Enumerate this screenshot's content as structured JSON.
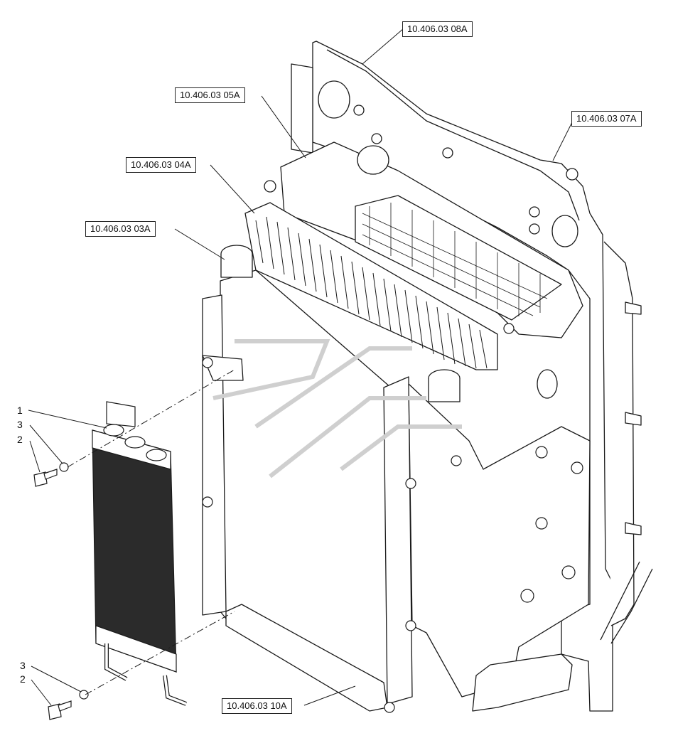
{
  "references": [
    {
      "id": "ref_08a",
      "text": "10.406.03 08A"
    },
    {
      "id": "ref_05a",
      "text": "10.406.03 05A"
    },
    {
      "id": "ref_07a",
      "text": "10.406.03 07A"
    },
    {
      "id": "ref_04a",
      "text": "10.406.03 04A"
    },
    {
      "id": "ref_03a",
      "text": "10.406.03 03A"
    },
    {
      "id": "ref_10a",
      "text": "10.406.03 10A"
    }
  ],
  "items": {
    "item_1": "1",
    "item_3_top": "3",
    "item_2_top": "2",
    "item_3_bottom": "3",
    "item_2_bottom": "2"
  },
  "colors": {
    "line": "#1a1a1a",
    "fin_dark": "#2b2b2b",
    "watermark": "#cfcfcf"
  }
}
